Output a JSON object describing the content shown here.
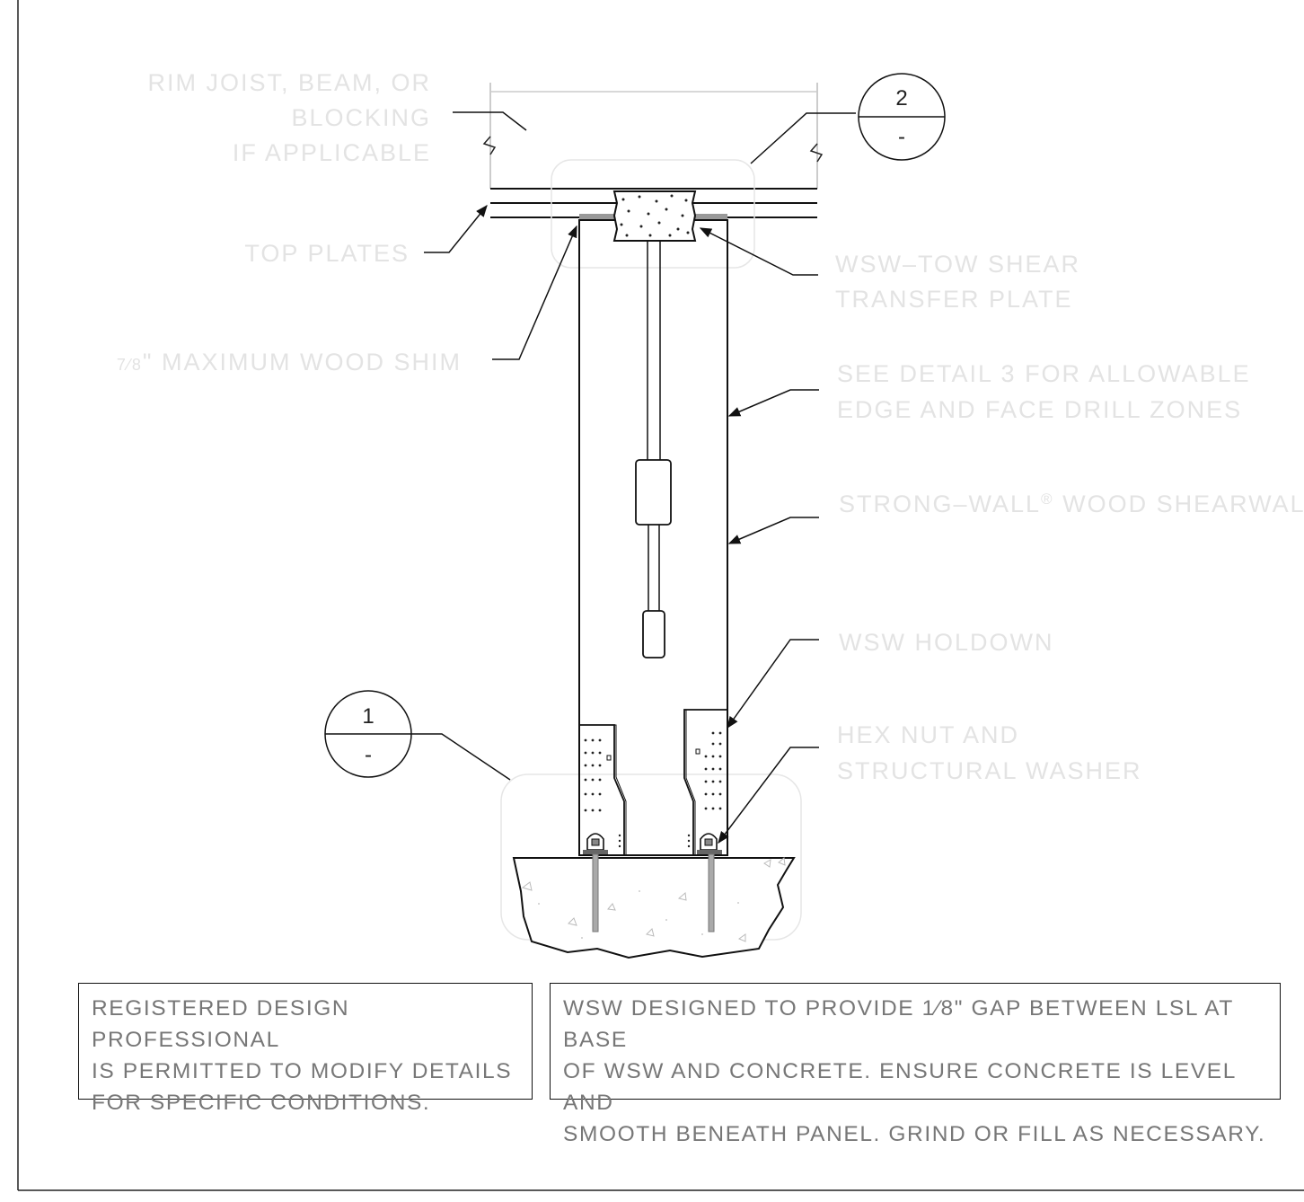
{
  "labels": {
    "rim_joist": [
      "RIM JOIST, BEAM, OR",
      "BLOCKING",
      "IF APPLICABLE"
    ],
    "top_plates": "TOP PLATES",
    "shim_fraction": "7⁄8",
    "shim_text": "\" MAXIMUM WOOD SHIM",
    "transfer_plate": [
      "WSW–TOW SHEAR",
      "TRANSFER PLATE"
    ],
    "drill_zones": [
      "SEE DETAIL 3 FOR ALLOWABLE",
      "EDGE AND FACE DRILL ZONES"
    ],
    "shearwall_prefix": "STRONG–WALL",
    "shearwall_reg": "®",
    "shearwall_suffix": " WOOD SHEARWALL",
    "holdown": "WSW HOLDOWN",
    "hex_nut": [
      "HEX NUT AND",
      "STRUCTURAL WASHER"
    ]
  },
  "callouts": {
    "top": {
      "number": "2",
      "sheet": "-"
    },
    "bottom": {
      "number": "1",
      "sheet": "-"
    }
  },
  "notes": {
    "left": "REGISTERED DESIGN PROFESSIONAL\nIS PERMITTED TO MODIFY DETAILS\nFOR SPECIFIC CONDITIONS.",
    "right": "WSW DESIGNED TO PROVIDE 1⁄8\" GAP BETWEEN LSL AT BASE\nOF WSW AND CONCRETE. ENSURE CONCRETE IS LEVEL AND\nSMOOTH BENEATH PANEL. GRIND OR FILL AS NECESSARY."
  }
}
